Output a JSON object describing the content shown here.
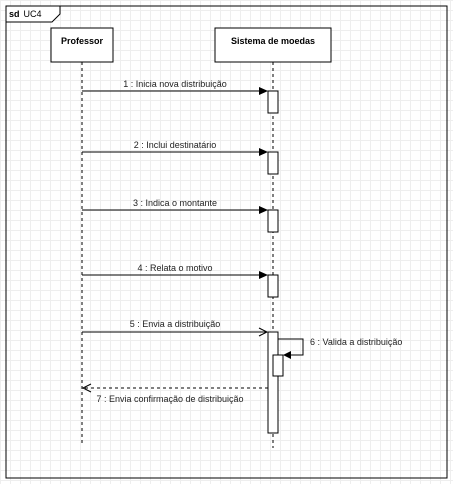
{
  "frame": {
    "keyword": "sd",
    "name": "UC4"
  },
  "lifelines": [
    {
      "name": "Professor"
    },
    {
      "name": "Sistema de moedas"
    }
  ],
  "messages": [
    {
      "label": "1 : Inicia nova distribuição"
    },
    {
      "label": "2 : Inclui destinatário"
    },
    {
      "label": "3 : Indica o montante"
    },
    {
      "label": "4 : Relata o motivo"
    },
    {
      "label": "5 : Envia a distribuição"
    },
    {
      "label": "6 : Valida a distribuição"
    },
    {
      "label": "7 : Envia confirmação de distribuição"
    }
  ],
  "colors": {
    "line": "#000000",
    "grid": "#eeeeee",
    "background": "#ffffff"
  }
}
